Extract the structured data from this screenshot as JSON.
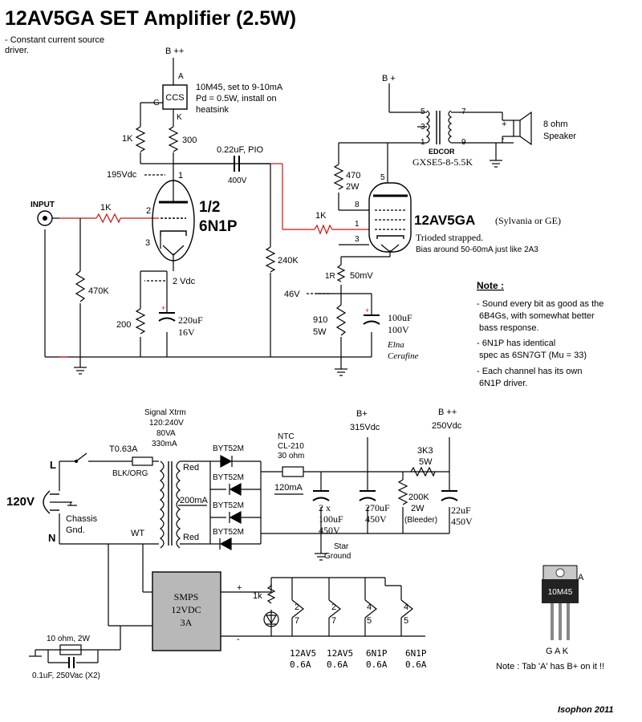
{
  "title": "12AV5GA SET Amplifier (2.5W)",
  "subtitle_line1": "- Constant current source",
  "subtitle_line2": "driver.",
  "amp": {
    "bpp": "B ++",
    "bp": "B +",
    "ccs": "CCS",
    "ccs_a": "A",
    "ccs_g": "G",
    "ccs_k": "K",
    "ccs_note1": "10M45, set to 9-10mA",
    "ccs_note2": "Pd = 0.5W, install on",
    "ccs_note3": "heatsink",
    "r_1k_ccs": "1K",
    "r_300": "300",
    "cap_coupling": "0.22uF, PIO",
    "cap_400v": "400V",
    "v_195": "195Vdc",
    "pin_1": "1",
    "pin_2": "2",
    "pin_3": "3",
    "tube1_a": "1/2",
    "tube1_b": "6N1P",
    "input": "INPUT",
    "r_1k_in": "1K",
    "r_470k": "470K",
    "v_2": "2 Vdc",
    "r_200": "200",
    "c_220": "220uF",
    "c_16v": "16V",
    "r_240k": "240K",
    "r_1k_grid": "1K",
    "r_470": "470",
    "r_2w": "2W",
    "pin_5": "5",
    "pin_8": "8",
    "pin_1b": "1",
    "pin_3b": "3",
    "tube2": "12AV5GA",
    "tube2_brand": "(Sylvania or GE)",
    "tube2_note1": "Trioded strapped.",
    "tube2_note2": "Bias around 50-60mA just like 2A3",
    "r_1r": "1R",
    "v_50mv": "50mV",
    "v_46": "46V",
    "r_910": "910",
    "r_5w": "5W",
    "c_100": "100uF",
    "c_100v": "100V",
    "c_elna": "Elna",
    "c_cerafine": "Cerafine",
    "xfmr_p5": "5",
    "xfmr_p3": "3",
    "xfmr_p1": "1",
    "xfmr_p7": "7",
    "xfmr_p9": "9",
    "xfmr_brand": "EDCOR",
    "xfmr_model": "GXSE5-8-5.5K",
    "spk_plus": "+",
    "spk_minus": "-",
    "spk_1": "8 ohm",
    "spk_2": "Speaker"
  },
  "notes": {
    "heading": "Note :",
    "l1": "- Sound every bit as good as the",
    "l2": "6B4Gs, with somewhat better",
    "l3": "bass response.",
    "l4": "- 6N1P has identical",
    "l5": "spec as 6SN7GT (Mu = 33)",
    "l6": "- Each channel has its own",
    "l7": "6N1P driver."
  },
  "psu": {
    "xfmr1": "Signal Xtrm",
    "xfmr2": "120:240V",
    "xfmr3": "80VA",
    "xfmr4": "330mA",
    "fuse": "T0.63A",
    "blk": "BLK/ORG",
    "wt": "WT",
    "red1": "Red",
    "red2": "Red",
    "i200": "200mA",
    "d1": "BYT52M",
    "d2": "BYT52M",
    "d3": "BYT52M",
    "d4": "BYT52M",
    "l": "L",
    "n": "N",
    "v120": "120V",
    "chassis1": "Chassis",
    "chassis2": "Gnd.",
    "ntc1": "NTC",
    "ntc2": "CL-210",
    "ntc3": "30 ohm",
    "i120": "120mA",
    "c1a": "2 x",
    "c1b": "100uF",
    "c1c": "450V",
    "star1": "Star",
    "star2": "Ground",
    "bp": "B+",
    "v315": "315Vdc",
    "c2a": "270uF",
    "c2b": "450V",
    "r3k3a": "3K3",
    "r3k3b": "5W",
    "rblda": "200K",
    "rbldb": "2W",
    "rbldc": "(Bleeder)",
    "bpp": "B ++",
    "v250": "250Vdc",
    "c3a": "22uF",
    "c3b": "450V",
    "smps1": "SMPS",
    "smps2": "12VDC",
    "smps3": "3A",
    "plus": "+",
    "minus": "-",
    "r1k": "1k",
    "snub1": "10 ohm, 2W",
    "snub2": "0.1uF, 250Vac (X2)",
    "h1": "12AV5",
    "h1i": "0.6A",
    "h2": "12AV5",
    "h2i": "0.6A",
    "h3": "6N1P",
    "h3i": "0.6A",
    "h4": "6N1P",
    "h4i": "0.6A",
    "hp2": "2",
    "hp7": "7",
    "hp4": "4",
    "hp5": "5"
  },
  "part": {
    "label": "10M45",
    "a": "A",
    "gak": "G A K",
    "note": "Note : Tab 'A' has B+ on it !!"
  },
  "credit": "Isophon 2011"
}
